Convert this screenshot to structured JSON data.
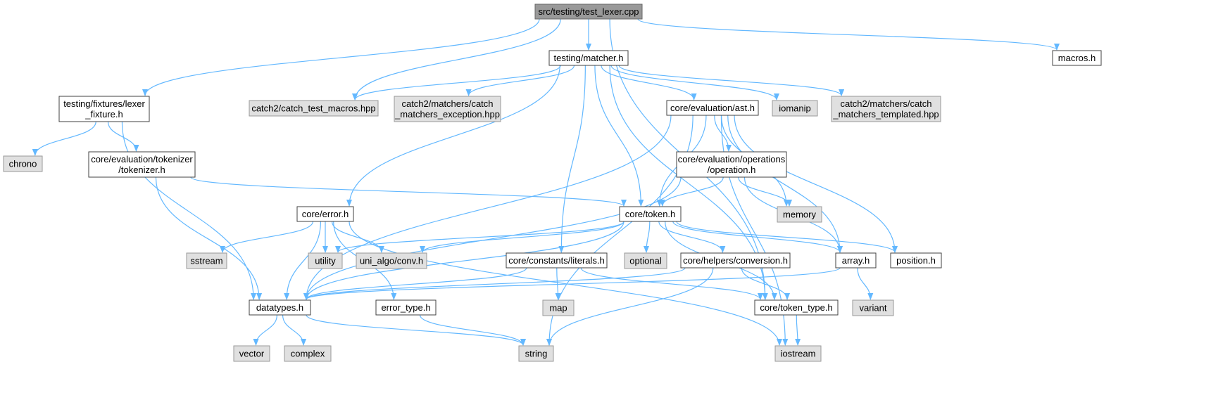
{
  "nodes": [
    {
      "id": "test_lexer",
      "label": [
        "src/testing/test_lexer.cpp"
      ],
      "kind": "root"
    },
    {
      "id": "matcher",
      "label": [
        "testing/matcher.h"
      ],
      "kind": "file"
    },
    {
      "id": "macros",
      "label": [
        "macros.h"
      ],
      "kind": "file"
    },
    {
      "id": "lexer_fixture",
      "label": [
        "testing/fixtures/lexer",
        "_fixture.h"
      ],
      "kind": "file"
    },
    {
      "id": "catch_test_macros",
      "label": [
        "catch2/catch_test_macros.hpp"
      ],
      "kind": "system"
    },
    {
      "id": "matchers_exception",
      "label": [
        "catch2/matchers/catch",
        "_matchers_exception.hpp"
      ],
      "kind": "system"
    },
    {
      "id": "ast",
      "label": [
        "core/evaluation/ast.h"
      ],
      "kind": "file"
    },
    {
      "id": "iomanip",
      "label": [
        "iomanip"
      ],
      "kind": "system"
    },
    {
      "id": "matchers_templated",
      "label": [
        "catch2/matchers/catch",
        "_matchers_templated.hpp"
      ],
      "kind": "system"
    },
    {
      "id": "chrono",
      "label": [
        "chrono"
      ],
      "kind": "system"
    },
    {
      "id": "tokenizer",
      "label": [
        "core/evaluation/tokenizer",
        "/tokenizer.h"
      ],
      "kind": "file"
    },
    {
      "id": "operation",
      "label": [
        "core/evaluation/operations",
        "/operation.h"
      ],
      "kind": "file"
    },
    {
      "id": "error",
      "label": [
        "core/error.h"
      ],
      "kind": "file"
    },
    {
      "id": "token",
      "label": [
        "core/token.h"
      ],
      "kind": "file"
    },
    {
      "id": "memory",
      "label": [
        "memory"
      ],
      "kind": "system"
    },
    {
      "id": "sstream",
      "label": [
        "sstream"
      ],
      "kind": "system"
    },
    {
      "id": "utility",
      "label": [
        "utility"
      ],
      "kind": "system"
    },
    {
      "id": "conv",
      "label": [
        "uni_algo/conv.h"
      ],
      "kind": "system"
    },
    {
      "id": "literals",
      "label": [
        "core/constants/literals.h"
      ],
      "kind": "file"
    },
    {
      "id": "optional",
      "label": [
        "optional"
      ],
      "kind": "system"
    },
    {
      "id": "conversion",
      "label": [
        "core/helpers/conversion.h"
      ],
      "kind": "file"
    },
    {
      "id": "array",
      "label": [
        "array.h"
      ],
      "kind": "file"
    },
    {
      "id": "position",
      "label": [
        "position.h"
      ],
      "kind": "file"
    },
    {
      "id": "datatypes",
      "label": [
        "datatypes.h"
      ],
      "kind": "file"
    },
    {
      "id": "error_type",
      "label": [
        "error_type.h"
      ],
      "kind": "file"
    },
    {
      "id": "map",
      "label": [
        "map"
      ],
      "kind": "system"
    },
    {
      "id": "token_type",
      "label": [
        "core/token_type.h"
      ],
      "kind": "file"
    },
    {
      "id": "variant",
      "label": [
        "variant"
      ],
      "kind": "system"
    },
    {
      "id": "vector",
      "label": [
        "vector"
      ],
      "kind": "system"
    },
    {
      "id": "complex",
      "label": [
        "complex"
      ],
      "kind": "system"
    },
    {
      "id": "string",
      "label": [
        "string"
      ],
      "kind": "system"
    },
    {
      "id": "iostream",
      "label": [
        "iostream"
      ],
      "kind": "system"
    }
  ],
  "edges": [
    [
      "test_lexer",
      "matcher"
    ],
    [
      "test_lexer",
      "macros"
    ],
    [
      "test_lexer",
      "lexer_fixture"
    ],
    [
      "test_lexer",
      "catch_test_macros"
    ],
    [
      "test_lexer",
      "token_type"
    ],
    [
      "matcher",
      "catch_test_macros"
    ],
    [
      "matcher",
      "matchers_exception"
    ],
    [
      "matcher",
      "ast"
    ],
    [
      "matcher",
      "iomanip"
    ],
    [
      "matcher",
      "matchers_templated"
    ],
    [
      "matcher",
      "error"
    ],
    [
      "matcher",
      "token"
    ],
    [
      "matcher",
      "literals"
    ],
    [
      "matcher",
      "token_type"
    ],
    [
      "lexer_fixture",
      "chrono"
    ],
    [
      "lexer_fixture",
      "tokenizer"
    ],
    [
      "lexer_fixture",
      "datatypes"
    ],
    [
      "tokenizer",
      "token"
    ],
    [
      "tokenizer",
      "datatypes"
    ],
    [
      "ast",
      "operation"
    ],
    [
      "ast",
      "token"
    ],
    [
      "ast",
      "memory"
    ],
    [
      "ast",
      "array"
    ],
    [
      "ast",
      "position"
    ],
    [
      "ast",
      "string"
    ],
    [
      "ast",
      "iostream"
    ],
    [
      "ast",
      "datatypes"
    ],
    [
      "operation",
      "token"
    ],
    [
      "operation",
      "memory"
    ],
    [
      "operation",
      "array"
    ],
    [
      "operation",
      "datatypes"
    ],
    [
      "error",
      "sstream"
    ],
    [
      "error",
      "utility"
    ],
    [
      "error",
      "conv"
    ],
    [
      "error",
      "datatypes"
    ],
    [
      "error",
      "error_type"
    ],
    [
      "error",
      "iostream"
    ],
    [
      "token",
      "utility"
    ],
    [
      "token",
      "conv"
    ],
    [
      "token",
      "optional"
    ],
    [
      "token",
      "conversion"
    ],
    [
      "token",
      "array"
    ],
    [
      "token",
      "position"
    ],
    [
      "token",
      "token_type"
    ],
    [
      "token",
      "datatypes"
    ],
    [
      "literals",
      "map"
    ],
    [
      "literals",
      "datatypes"
    ],
    [
      "literals",
      "token_type"
    ],
    [
      "conversion",
      "token_type"
    ],
    [
      "conversion",
      "datatypes"
    ],
    [
      "conversion",
      "string"
    ],
    [
      "array",
      "variant"
    ],
    [
      "array",
      "datatypes"
    ],
    [
      "datatypes",
      "vector"
    ],
    [
      "datatypes",
      "complex"
    ],
    [
      "datatypes",
      "string"
    ],
    [
      "error_type",
      "string"
    ],
    [
      "token_type",
      "iostream"
    ]
  ],
  "colors": {
    "edge": "#63b8ff",
    "file_border": "#404040",
    "system_fill": "#e0e0e0",
    "root_fill": "#999999"
  }
}
